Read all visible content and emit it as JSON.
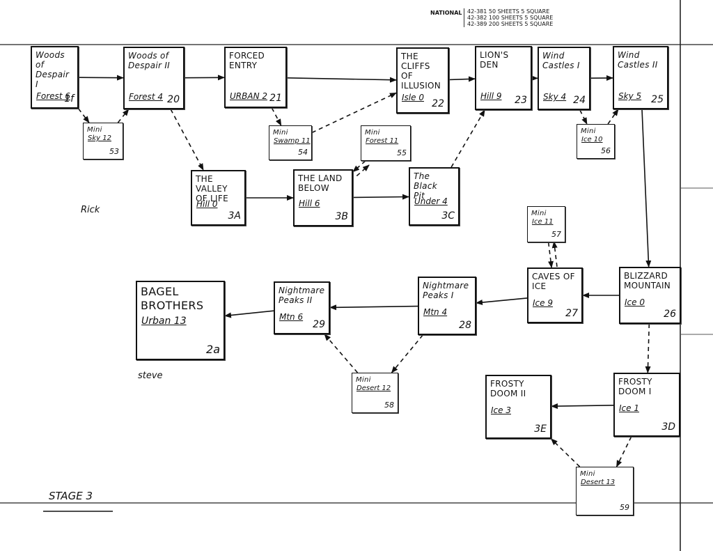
{
  "header": {
    "brand": "NATIONAL",
    "lines": [
      "42-381  50 SHEETS 5 SQUARE",
      "42-382 100 SHEETS 5 SQUARE",
      "42-389 200 SHEETS 5 SQUARE"
    ]
  },
  "labels": {
    "rick": "Rick",
    "steve": "steve",
    "stage": "STAGE 3"
  },
  "nodes": [
    {
      "id": "n1f",
      "title": "Woods of\nDespair I",
      "sub": "Forest 6",
      "num": "1f"
    },
    {
      "id": "n20",
      "title": "Woods of\nDespair II",
      "sub": "Forest 4",
      "num": "20"
    },
    {
      "id": "n21",
      "title": "FORCED\nENTRY",
      "sub": "URBAN 2",
      "num": "21"
    },
    {
      "id": "n22",
      "title": "THE\nCLIFFS\nOF\nILLUSION",
      "sub": "Isle 0",
      "num": "22"
    },
    {
      "id": "n23",
      "title": "LION'S\nDEN",
      "sub": "Hill 9",
      "num": "23"
    },
    {
      "id": "n24",
      "title": "Wind\nCastles I",
      "sub": "Sky 4",
      "num": "24"
    },
    {
      "id": "n25",
      "title": "Wind\nCastles II",
      "sub": "Sky 5",
      "num": "25"
    },
    {
      "id": "n53",
      "title": "Mini",
      "sub": "Sky 12",
      "num": "53"
    },
    {
      "id": "n54",
      "title": "Mini",
      "sub": "Swamp 11",
      "num": "54"
    },
    {
      "id": "n55",
      "title": "Mini",
      "sub": "Forest 11",
      "num": "55"
    },
    {
      "id": "n56",
      "title": "Mini",
      "sub": "Ice 10",
      "num": "56"
    },
    {
      "id": "n3a",
      "title": "THE VALLEY\nOF LIFE",
      "sub": "Hill 0",
      "num": "3A"
    },
    {
      "id": "n3b",
      "title": "THE LAND\nBELOW",
      "sub": "Hill 6",
      "num": "3B"
    },
    {
      "id": "n3c",
      "title": "The Black\nPit",
      "sub": "Under 4",
      "num": "3C"
    },
    {
      "id": "n57",
      "title": "Mini",
      "sub": "Ice 11",
      "num": "57"
    },
    {
      "id": "n27",
      "title": "CAVES OF\nICE",
      "sub": "Ice 9",
      "num": "27"
    },
    {
      "id": "n26",
      "title": "BLIZZARD\nMOUNTAIN",
      "sub": "Ice 0",
      "num": "26"
    },
    {
      "id": "n28",
      "title": "Nightmare\nPeaks I",
      "sub": "Mtn 4",
      "num": "28"
    },
    {
      "id": "n29",
      "title": "Nightmare\nPeaks II",
      "sub": "Mtn 6",
      "num": "29"
    },
    {
      "id": "n2a",
      "title": "BAGEL\nBROTHERS",
      "sub": "Urban 13",
      "num": "2a"
    },
    {
      "id": "n58",
      "title": "Mini",
      "sub": "Desert 12",
      "num": "58"
    },
    {
      "id": "n3e",
      "title": "FROSTY\nDOOM II",
      "sub": "Ice 3",
      "num": "3E"
    },
    {
      "id": "n3d",
      "title": "FROSTY\nDOOM I",
      "sub": "Ice 1",
      "num": "3D"
    },
    {
      "id": "n59",
      "title": "Mini",
      "sub": "Desert 13",
      "num": "59"
    }
  ],
  "edges": [
    {
      "from": "n1f",
      "to": "n20",
      "style": "solid"
    },
    {
      "from": "n20",
      "to": "n21",
      "style": "solid"
    },
    {
      "from": "n21",
      "to": "n22",
      "style": "solid"
    },
    {
      "from": "n22",
      "to": "n23",
      "style": "solid"
    },
    {
      "from": "n23",
      "to": "n24",
      "style": "solid"
    },
    {
      "from": "n24",
      "to": "n25",
      "style": "solid"
    },
    {
      "from": "n25",
      "to": "n26",
      "style": "solid"
    },
    {
      "from": "n26",
      "to": "n27",
      "style": "solid"
    },
    {
      "from": "n27",
      "to": "n28",
      "style": "solid"
    },
    {
      "from": "n28",
      "to": "n29",
      "style": "solid"
    },
    {
      "from": "n29",
      "to": "n2a",
      "style": "solid"
    },
    {
      "from": "n3a",
      "to": "n3b",
      "style": "solid"
    },
    {
      "from": "n3b",
      "to": "n3c",
      "style": "solid"
    },
    {
      "from": "n3d",
      "to": "n3e",
      "style": "solid"
    },
    {
      "from": "n1f",
      "to": "n53",
      "style": "dashed"
    },
    {
      "from": "n53",
      "to": "n20",
      "style": "dashed"
    },
    {
      "from": "n20",
      "to": "n3a",
      "style": "dashed"
    },
    {
      "from": "n21",
      "to": "n54",
      "style": "dashed"
    },
    {
      "from": "n54",
      "to": "n22",
      "style": "dashed"
    },
    {
      "from": "n55",
      "to": "n3b",
      "style": "dashed"
    },
    {
      "from": "n3b",
      "to": "n55",
      "style": "dashed"
    },
    {
      "from": "n3c",
      "to": "n23",
      "style": "dashed"
    },
    {
      "from": "n24",
      "to": "n56",
      "style": "dashed"
    },
    {
      "from": "n56",
      "to": "n25",
      "style": "dashed"
    },
    {
      "from": "n57",
      "to": "n27",
      "style": "dashed"
    },
    {
      "from": "n27",
      "to": "n57",
      "style": "dashed"
    },
    {
      "from": "n26",
      "to": "n3d",
      "style": "dashed"
    },
    {
      "from": "n3d",
      "to": "n59",
      "style": "dashed"
    },
    {
      "from": "n59",
      "to": "n3e",
      "style": "dashed"
    },
    {
      "from": "n28",
      "to": "n58",
      "style": "dashed"
    },
    {
      "from": "n58",
      "to": "n29",
      "style": "dashed"
    }
  ]
}
